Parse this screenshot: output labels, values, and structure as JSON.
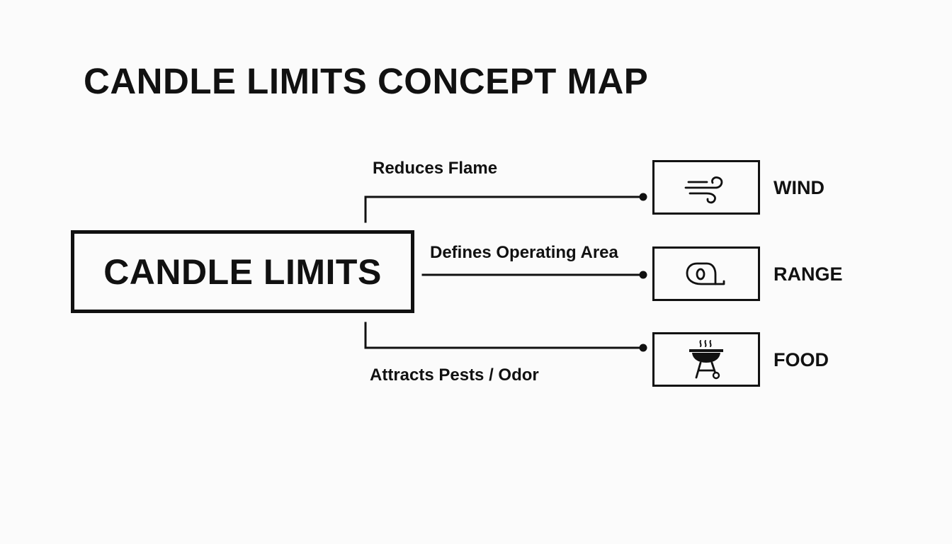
{
  "title": "CANDLE LIMITS CONCEPT MAP",
  "central": {
    "label": "CANDLE LIMITS"
  },
  "branches": [
    {
      "edge_label": "Reduces Flame",
      "node_label": "WIND",
      "icon": "wind-icon"
    },
    {
      "edge_label": "Defines Operating Area",
      "node_label": "RANGE",
      "icon": "tape-measure-icon"
    },
    {
      "edge_label": "Attracts Pests / Odor",
      "node_label": "FOOD",
      "icon": "grill-icon"
    }
  ],
  "colors": {
    "ink": "#111111",
    "background": "#fbfbfb"
  }
}
